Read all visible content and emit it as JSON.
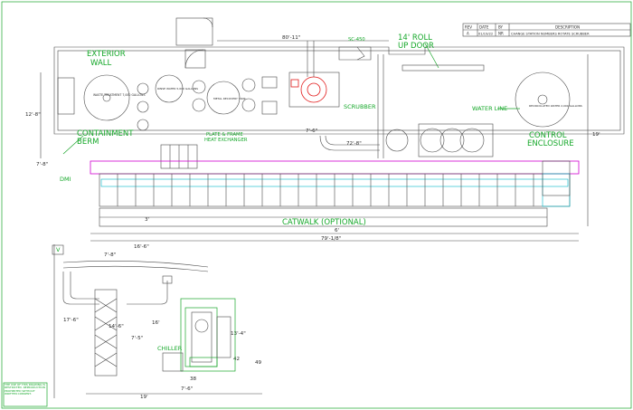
{
  "title_block": {
    "headers": [
      "REV",
      "DATE",
      "BY",
      "DESCRIPTION"
    ],
    "row": [
      "A",
      "01/19/22",
      "NR",
      "CHANGE STATION NUMBERS ROTATE SCRUBBER"
    ]
  },
  "labels": {
    "exterior_wall": [
      "EXTERIOR",
      "WALL"
    ],
    "roll_up_door": [
      "14' ROLL",
      "UP DOOR"
    ],
    "scrubber": "SCRUBBER",
    "containment_berm": [
      "CONTAINMENT",
      "BERM"
    ],
    "heat_exchanger": [
      "PLATE & FRAME",
      "HEAT EXCHANGER"
    ],
    "water_line": "WATER LINE",
    "control_enclosure": [
      "CONTROL",
      "ENCLOSURE"
    ],
    "di": "DMI",
    "catwalk": "CATWALK (OPTIONAL)",
    "chiller": "CHILLER",
    "sc": "SC-450"
  },
  "dimensions": {
    "top_width": "80'-11\"",
    "left_height": "12'-8\"",
    "right_height": "19'",
    "pipe_7_6": "7'-6\"",
    "pipe_72_8": "72'-8\"",
    "left_7": "7'-8\"",
    "left_3": "3'",
    "catwalk_6": "6'",
    "overall_79": "79'-1/8\"",
    "elev_16_6": "16'-6\"",
    "elev_7_8": "7'-8\"",
    "elev_17_6": "17'-6\"",
    "elev_14_6": "14'-6\"",
    "elev_7_5": "7'-5\"",
    "elev_16": "16'",
    "elev_13": "13'-4\"",
    "elev_42": "42",
    "elev_49": "49",
    "elev_38": "38",
    "elev_7_6": "7'-6\"",
    "elev_19": "19'"
  },
  "tanks": [
    "WASTE TREATMENT 7,000 GALLONS",
    "METAL RECOVERY TANK",
    "RINSE WATER 5,000 GALLONS",
    "RECIRCULATED WATER 2,000 GALLONS"
  ],
  "note": "THE USE OF THIS DRAWING IS RESTRICTED. REPRODUCTION PROHIBITED WITHOUT WRITTEN CONSENT."
}
